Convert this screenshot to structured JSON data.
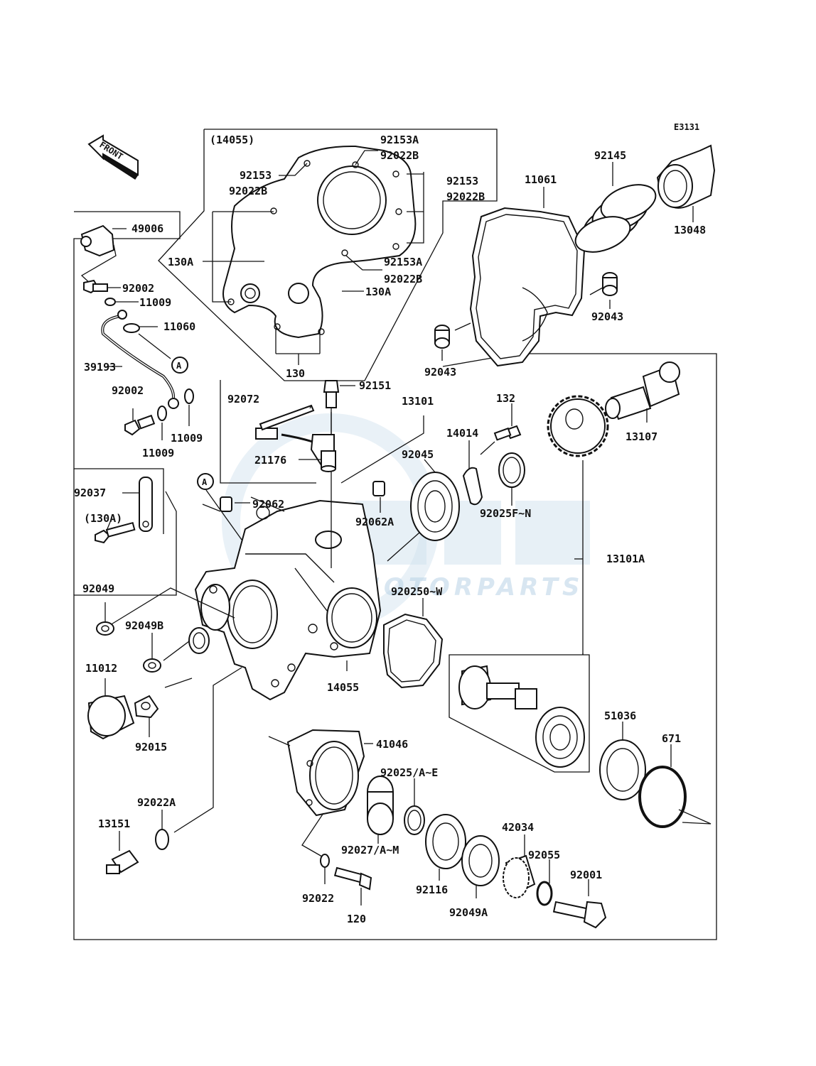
{
  "diagram_code": "E3131",
  "front_label": "FRONT",
  "watermark": "MOTORPARTS",
  "callouts": {
    "circle_a": "A",
    "assy_14055": "(14055)",
    "ref_130a": "(130A)"
  },
  "labels": {
    "p92153A": "92153A",
    "p92022B_1": "92022B",
    "p92153_L": "92153",
    "p92022B_L": "92022B",
    "p92153_R": "92153",
    "p92022B_R": "92022B",
    "p11061": "11061",
    "p92145": "92145",
    "p13048": "13048",
    "p49006": "49006",
    "p130A_1": "130A",
    "p92153A_2": "92153A",
    "p92022B_2": "92022B",
    "p92002_1": "92002",
    "p11009_1": "11009",
    "p130A_2": "130A",
    "p11060": "11060",
    "p92043_1": "92043",
    "p39193": "39193",
    "p130": "130",
    "p92043_2": "92043",
    "p92151": "92151",
    "p92002_2": "92002",
    "p92072": "92072",
    "p13101": "13101",
    "p132": "132",
    "p11009_2": "11009",
    "p11009_3": "11009",
    "p14014": "14014",
    "p13107": "13107",
    "p92045": "92045",
    "p21176": "21176",
    "p92037": "92037",
    "p92062": "92062",
    "p92062A": "92062A",
    "p92025FN": "92025F~N",
    "p13101A": "13101A",
    "p92049": "92049",
    "p920250W": "920250~W",
    "p92049B": "92049B",
    "p11012": "11012",
    "p14055": "14055",
    "p51036": "51036",
    "p671": "671",
    "p92015": "92015",
    "p41046": "41046",
    "p92025AE": "92025/A~E",
    "p92022A": "92022A",
    "p13151": "13151",
    "p42034": "42034",
    "p92055": "92055",
    "p92027AM": "92027/A~M",
    "p92001": "92001",
    "p92116": "92116",
    "p92022": "92022",
    "p92049A": "92049A",
    "p120": "120"
  }
}
